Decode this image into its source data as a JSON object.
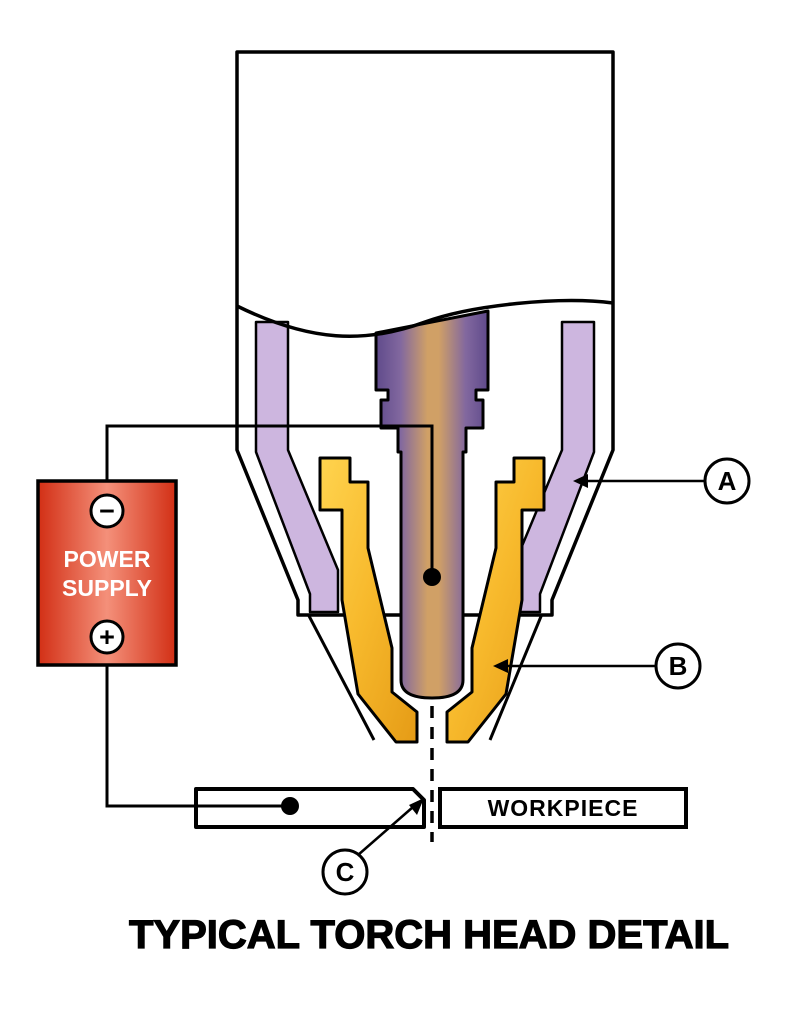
{
  "diagram": {
    "title": "TYPICAL TORCH HEAD DETAIL",
    "power_supply": {
      "label_line1": "POWER",
      "label_line2": "SUPPLY",
      "negative_symbol": "−",
      "positive_symbol": "+"
    },
    "workpiece": {
      "label": "WORKPIECE"
    },
    "callouts": {
      "a": "A",
      "b": "B",
      "c": "C"
    },
    "colors": {
      "outline_black": "#000000",
      "power_supply_red_dark": "#d22f15",
      "power_supply_red_light": "#f4907a",
      "nozzle_gold_dark": "#e59b16",
      "nozzle_gold_light": "#ffd44f",
      "shield_lavender": "#cdb6df",
      "electrode_purple": "#5f4a8b",
      "electrode_tan": "#d0a066"
    }
  }
}
